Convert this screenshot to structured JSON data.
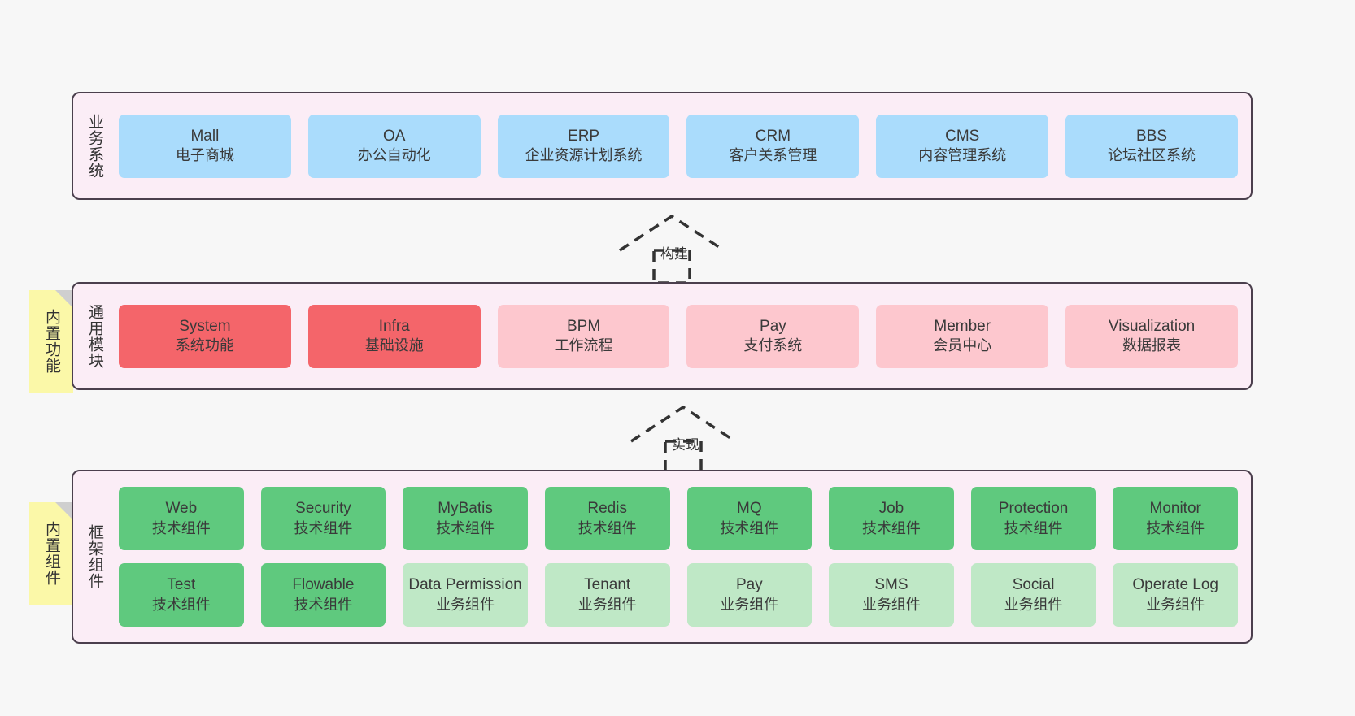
{
  "diagram": {
    "background_color": "#f7f7f7",
    "layer_bg_color": "#fbedf6",
    "layer_border_color": "#4b3f4d",
    "note_color": "#fbf8a8",
    "colors": {
      "blue": "#aadcfc",
      "red": "#f4656a",
      "pink": "#fdc7ce",
      "green": "#5fc97e",
      "light_green": "#bfe8c6"
    }
  },
  "layers": [
    {
      "id": "business-systems",
      "title": "业务系统",
      "rows": [
        {
          "boxes": [
            {
              "name": "Mall",
              "sub": "电子商城",
              "style": "blue"
            },
            {
              "name": "OA",
              "sub": "办公自动化",
              "style": "blue"
            },
            {
              "name": "ERP",
              "sub": "企业资源计划系统",
              "style": "blue"
            },
            {
              "name": "CRM",
              "sub": "客户关系管理",
              "style": "blue"
            },
            {
              "name": "CMS",
              "sub": "内容管理系统",
              "style": "blue"
            },
            {
              "name": "BBS",
              "sub": "论坛社区系统",
              "style": "blue"
            }
          ]
        }
      ]
    },
    {
      "id": "common-modules",
      "title": "通用模块",
      "note": "内置功能",
      "rows": [
        {
          "boxes": [
            {
              "name": "System",
              "sub": "系统功能",
              "style": "red"
            },
            {
              "name": "Infra",
              "sub": "基础设施",
              "style": "red"
            },
            {
              "name": "BPM",
              "sub": "工作流程",
              "style": "pink"
            },
            {
              "name": "Pay",
              "sub": "支付系统",
              "style": "pink"
            },
            {
              "name": "Member",
              "sub": "会员中心",
              "style": "pink"
            },
            {
              "name": "Visualization",
              "sub": "数据报表",
              "style": "pink"
            }
          ]
        }
      ]
    },
    {
      "id": "framework-components",
      "title": "框架组件",
      "note": "内置组件",
      "rows": [
        {
          "boxes": [
            {
              "name": "Web",
              "sub": "技术组件",
              "style": "green"
            },
            {
              "name": "Security",
              "sub": "技术组件",
              "style": "green"
            },
            {
              "name": "MyBatis",
              "sub": "技术组件",
              "style": "green"
            },
            {
              "name": "Redis",
              "sub": "技术组件",
              "style": "green"
            },
            {
              "name": "MQ",
              "sub": "技术组件",
              "style": "green"
            },
            {
              "name": "Job",
              "sub": "技术组件",
              "style": "green"
            },
            {
              "name": "Protection",
              "sub": "技术组件",
              "style": "green"
            },
            {
              "name": "Monitor",
              "sub": "技术组件",
              "style": "green"
            }
          ]
        },
        {
          "boxes": [
            {
              "name": "Test",
              "sub": "技术组件",
              "style": "green"
            },
            {
              "name": "Flowable",
              "sub": "技术组件",
              "style": "green"
            },
            {
              "name": "Data Permission",
              "sub": "业务组件",
              "style": "light_green",
              "wrap": true
            },
            {
              "name": "Tenant",
              "sub": "业务组件",
              "style": "light_green"
            },
            {
              "name": "Pay",
              "sub": "业务组件",
              "style": "light_green"
            },
            {
              "name": "SMS",
              "sub": "业务组件",
              "style": "light_green"
            },
            {
              "name": "Social",
              "sub": "业务组件",
              "style": "light_green"
            },
            {
              "name": "Operate Log",
              "sub": "业务组件",
              "style": "light_green"
            }
          ]
        }
      ]
    }
  ],
  "connectors": [
    {
      "id": "build",
      "label": "构建",
      "from": "common-modules",
      "to": "business-systems"
    },
    {
      "id": "implement",
      "label": "实现",
      "from": "framework-components",
      "to": "common-modules"
    }
  ]
}
